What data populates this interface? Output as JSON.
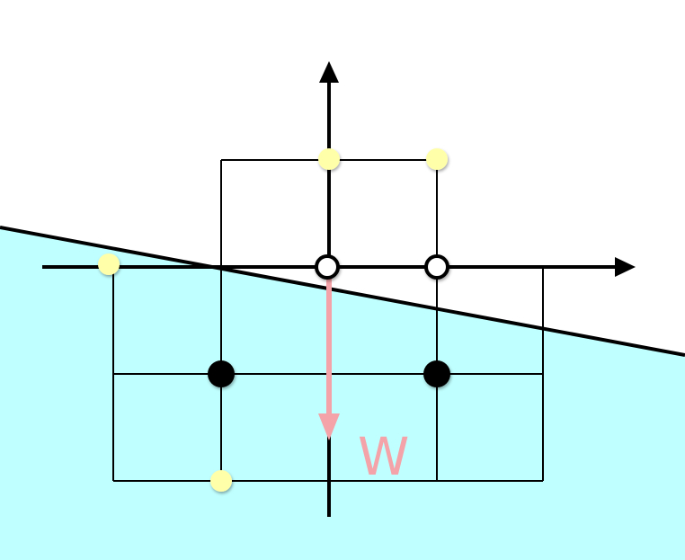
{
  "colors": {
    "water_fill": "#c0ffff",
    "grid_stroke": "#000000",
    "axis_stroke": "#000000",
    "open_node_fill": "#ffffff",
    "filled_node_fill": "#000000",
    "contact_point_fill": "#ffffaa",
    "weight_arrow": "#f4a3a8"
  },
  "labels": {
    "weight": "W"
  },
  "counts": {
    "open_nodes": 2,
    "filled_nodes": 2,
    "contact_points": 4
  }
}
